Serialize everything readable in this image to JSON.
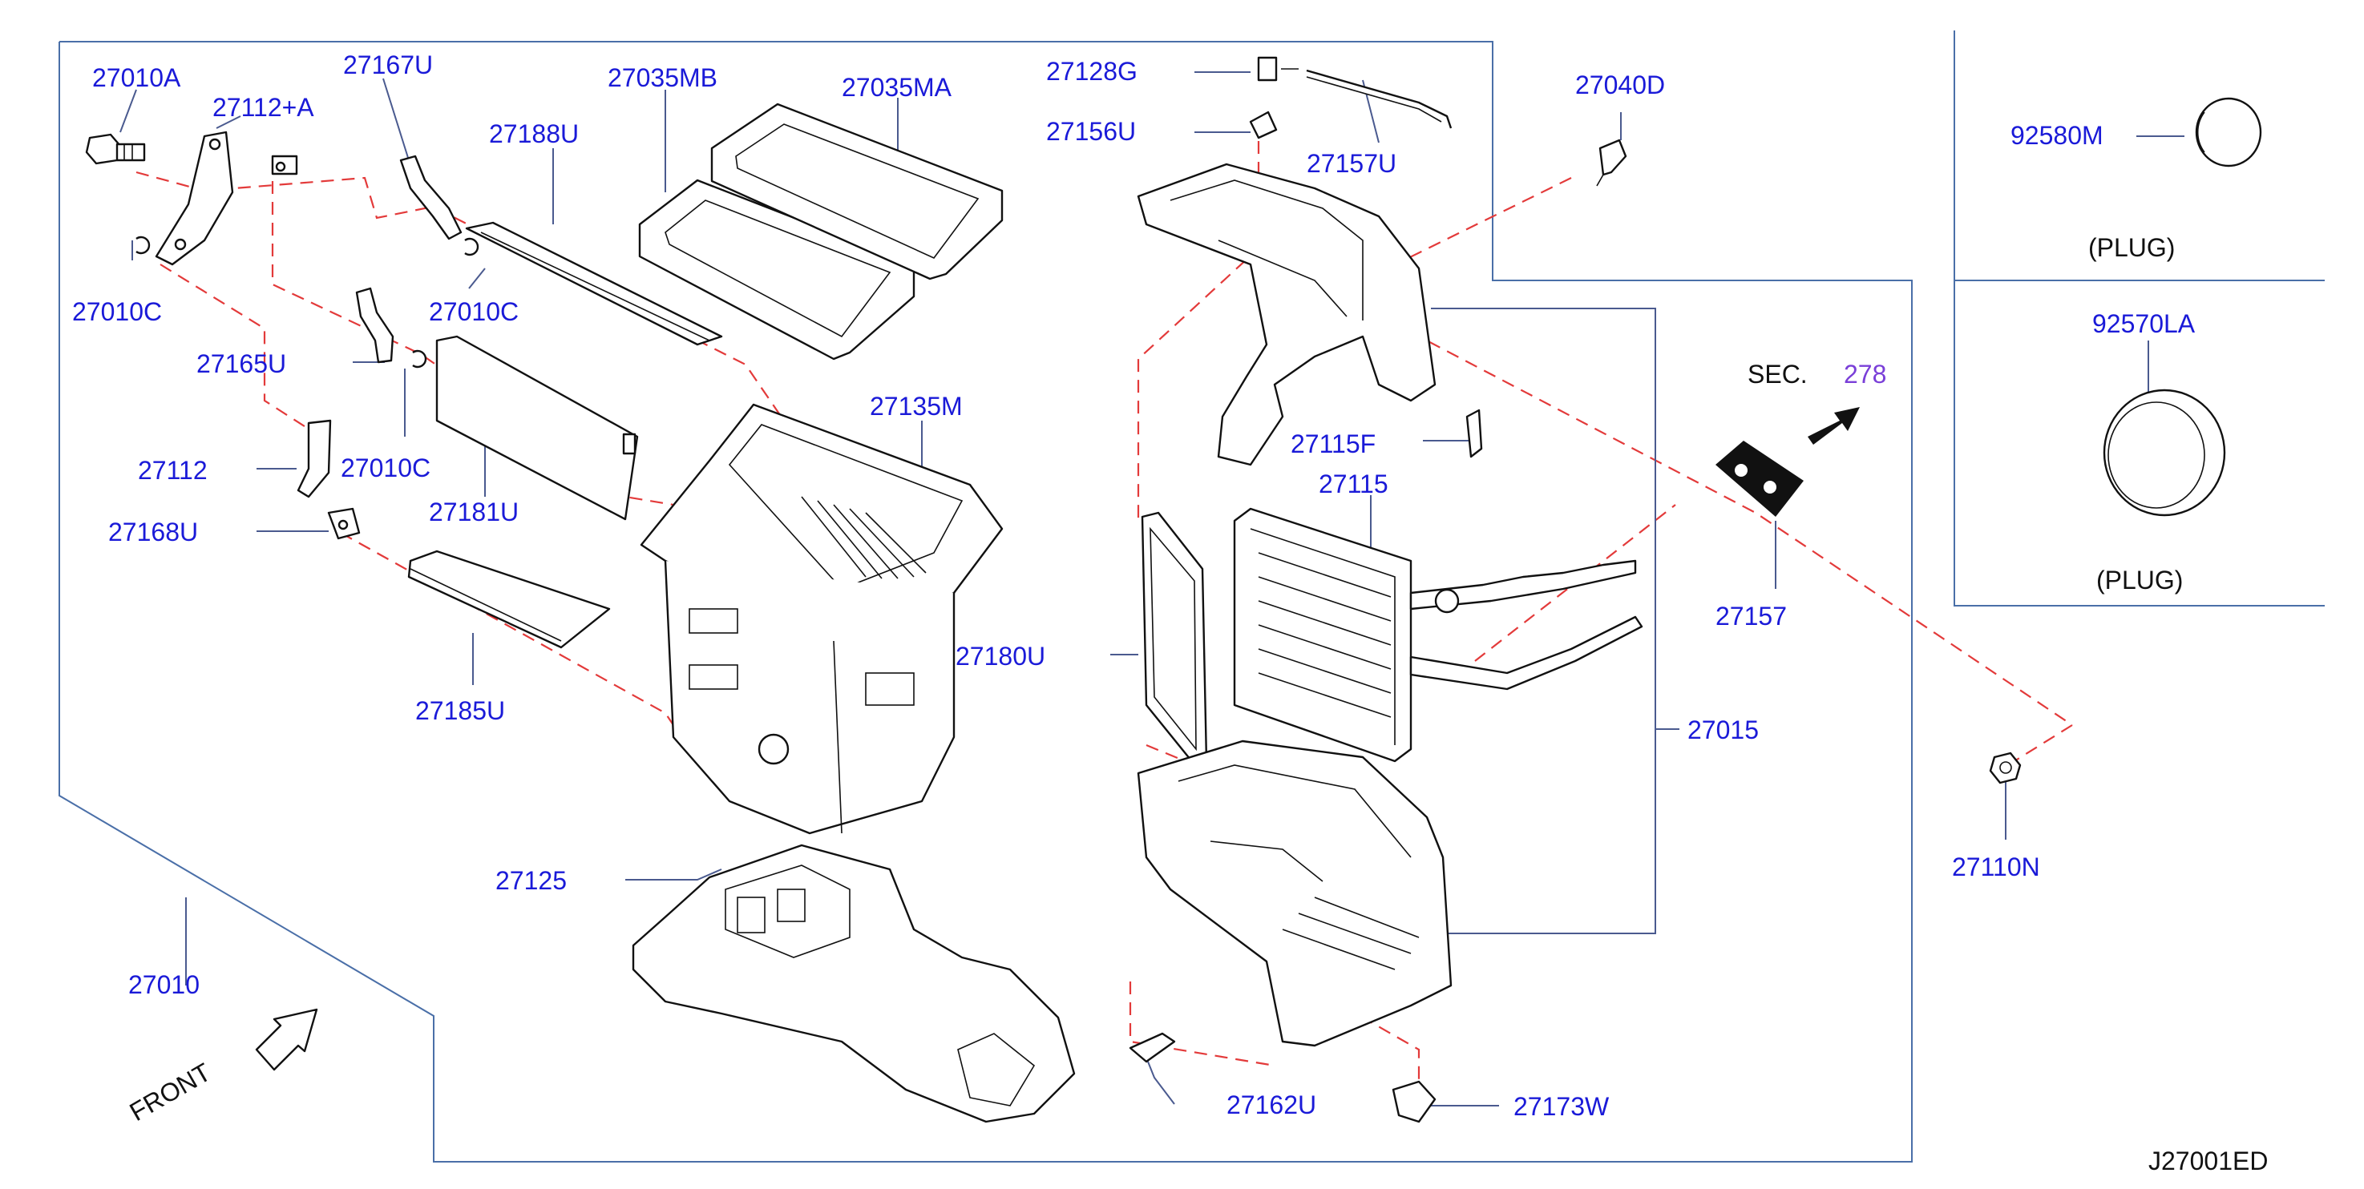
{
  "diagram_code": "J27001ED",
  "front_label": "FRONT",
  "section_ref": {
    "prefix": "SEC.",
    "number": "278"
  },
  "plug_note": "(PLUG)",
  "parts": [
    {
      "id": "27010A",
      "label": "27010A"
    },
    {
      "id": "27112A",
      "label": "27112+A"
    },
    {
      "id": "27167U",
      "label": "27167U"
    },
    {
      "id": "27188U",
      "label": "27188U"
    },
    {
      "id": "27035MB",
      "label": "27035MB"
    },
    {
      "id": "27035MA",
      "label": "27035MA"
    },
    {
      "id": "27128G",
      "label": "27128G"
    },
    {
      "id": "27156U",
      "label": "27156U"
    },
    {
      "id": "27157U",
      "label": "27157U"
    },
    {
      "id": "27040D",
      "label": "27040D"
    },
    {
      "id": "92580M",
      "label": "92580M"
    },
    {
      "id": "92570LA",
      "label": "92570LA"
    },
    {
      "id": "27010C_a",
      "label": "27010C"
    },
    {
      "id": "27010C_b",
      "label": "27010C"
    },
    {
      "id": "27010C_c",
      "label": "27010C"
    },
    {
      "id": "27165U",
      "label": "27165U"
    },
    {
      "id": "27112",
      "label": "27112"
    },
    {
      "id": "27168U",
      "label": "27168U"
    },
    {
      "id": "27181U",
      "label": "27181U"
    },
    {
      "id": "27135M",
      "label": "27135M"
    },
    {
      "id": "27115F",
      "label": "27115F"
    },
    {
      "id": "27115",
      "label": "27115"
    },
    {
      "id": "27157",
      "label": "27157"
    },
    {
      "id": "27185U",
      "label": "27185U"
    },
    {
      "id": "27180U",
      "label": "27180U"
    },
    {
      "id": "27015",
      "label": "27015"
    },
    {
      "id": "27110N",
      "label": "27110N"
    },
    {
      "id": "27125",
      "label": "27125"
    },
    {
      "id": "27010",
      "label": "27010"
    },
    {
      "id": "27162U",
      "label": "27162U"
    },
    {
      "id": "27173W",
      "label": "27173W"
    }
  ]
}
